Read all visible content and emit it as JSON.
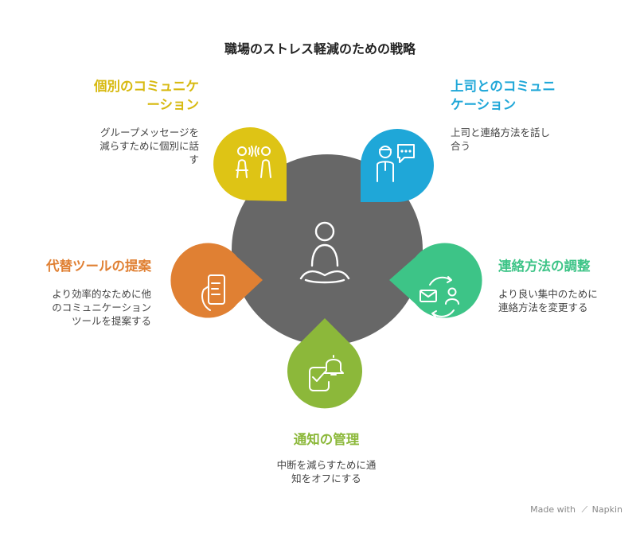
{
  "title": "職場のストレス軽減のための戦略",
  "colors": {
    "center": "#676767",
    "yellow": "#DEC415",
    "blue": "#1FA7D8",
    "orange": "#E08033",
    "green": "#3DC487",
    "olive": "#8CB83A"
  },
  "segments": [
    {
      "id": "individual",
      "heading_line1": "個別のコミュニケ",
      "heading_line2": "ーション",
      "desc_line1": "グループメッセージを",
      "desc_line2": "減らすために個別に話",
      "desc_line3": "す",
      "icon": "two-people-talking-icon"
    },
    {
      "id": "supervisor",
      "heading_line1": "上司とのコミュニ",
      "heading_line2": "ケーション",
      "desc_line1": "上司と連絡方法を話し",
      "desc_line2": "合う",
      "icon": "person-chat-bubble-icon"
    },
    {
      "id": "alternative",
      "heading_line1": "代替ツールの提案",
      "desc_line1": "より効率的なために他",
      "desc_line2": "のコミュニケーション",
      "desc_line3": "ツールを提案する",
      "icon": "hand-phone-icon"
    },
    {
      "id": "adjust",
      "heading_line1": "連絡方法の調整",
      "desc_line1": "より良い集中のために",
      "desc_line2": "連絡方法を変更する",
      "icon": "mail-person-sync-icon"
    },
    {
      "id": "notification",
      "heading_line1": "通知の管理",
      "desc_line1": "中断を減らすために通",
      "desc_line2": "知をオフにする",
      "icon": "phone-bell-check-icon"
    }
  ],
  "brand": {
    "made_with": "Made with",
    "name": "Napkin"
  }
}
